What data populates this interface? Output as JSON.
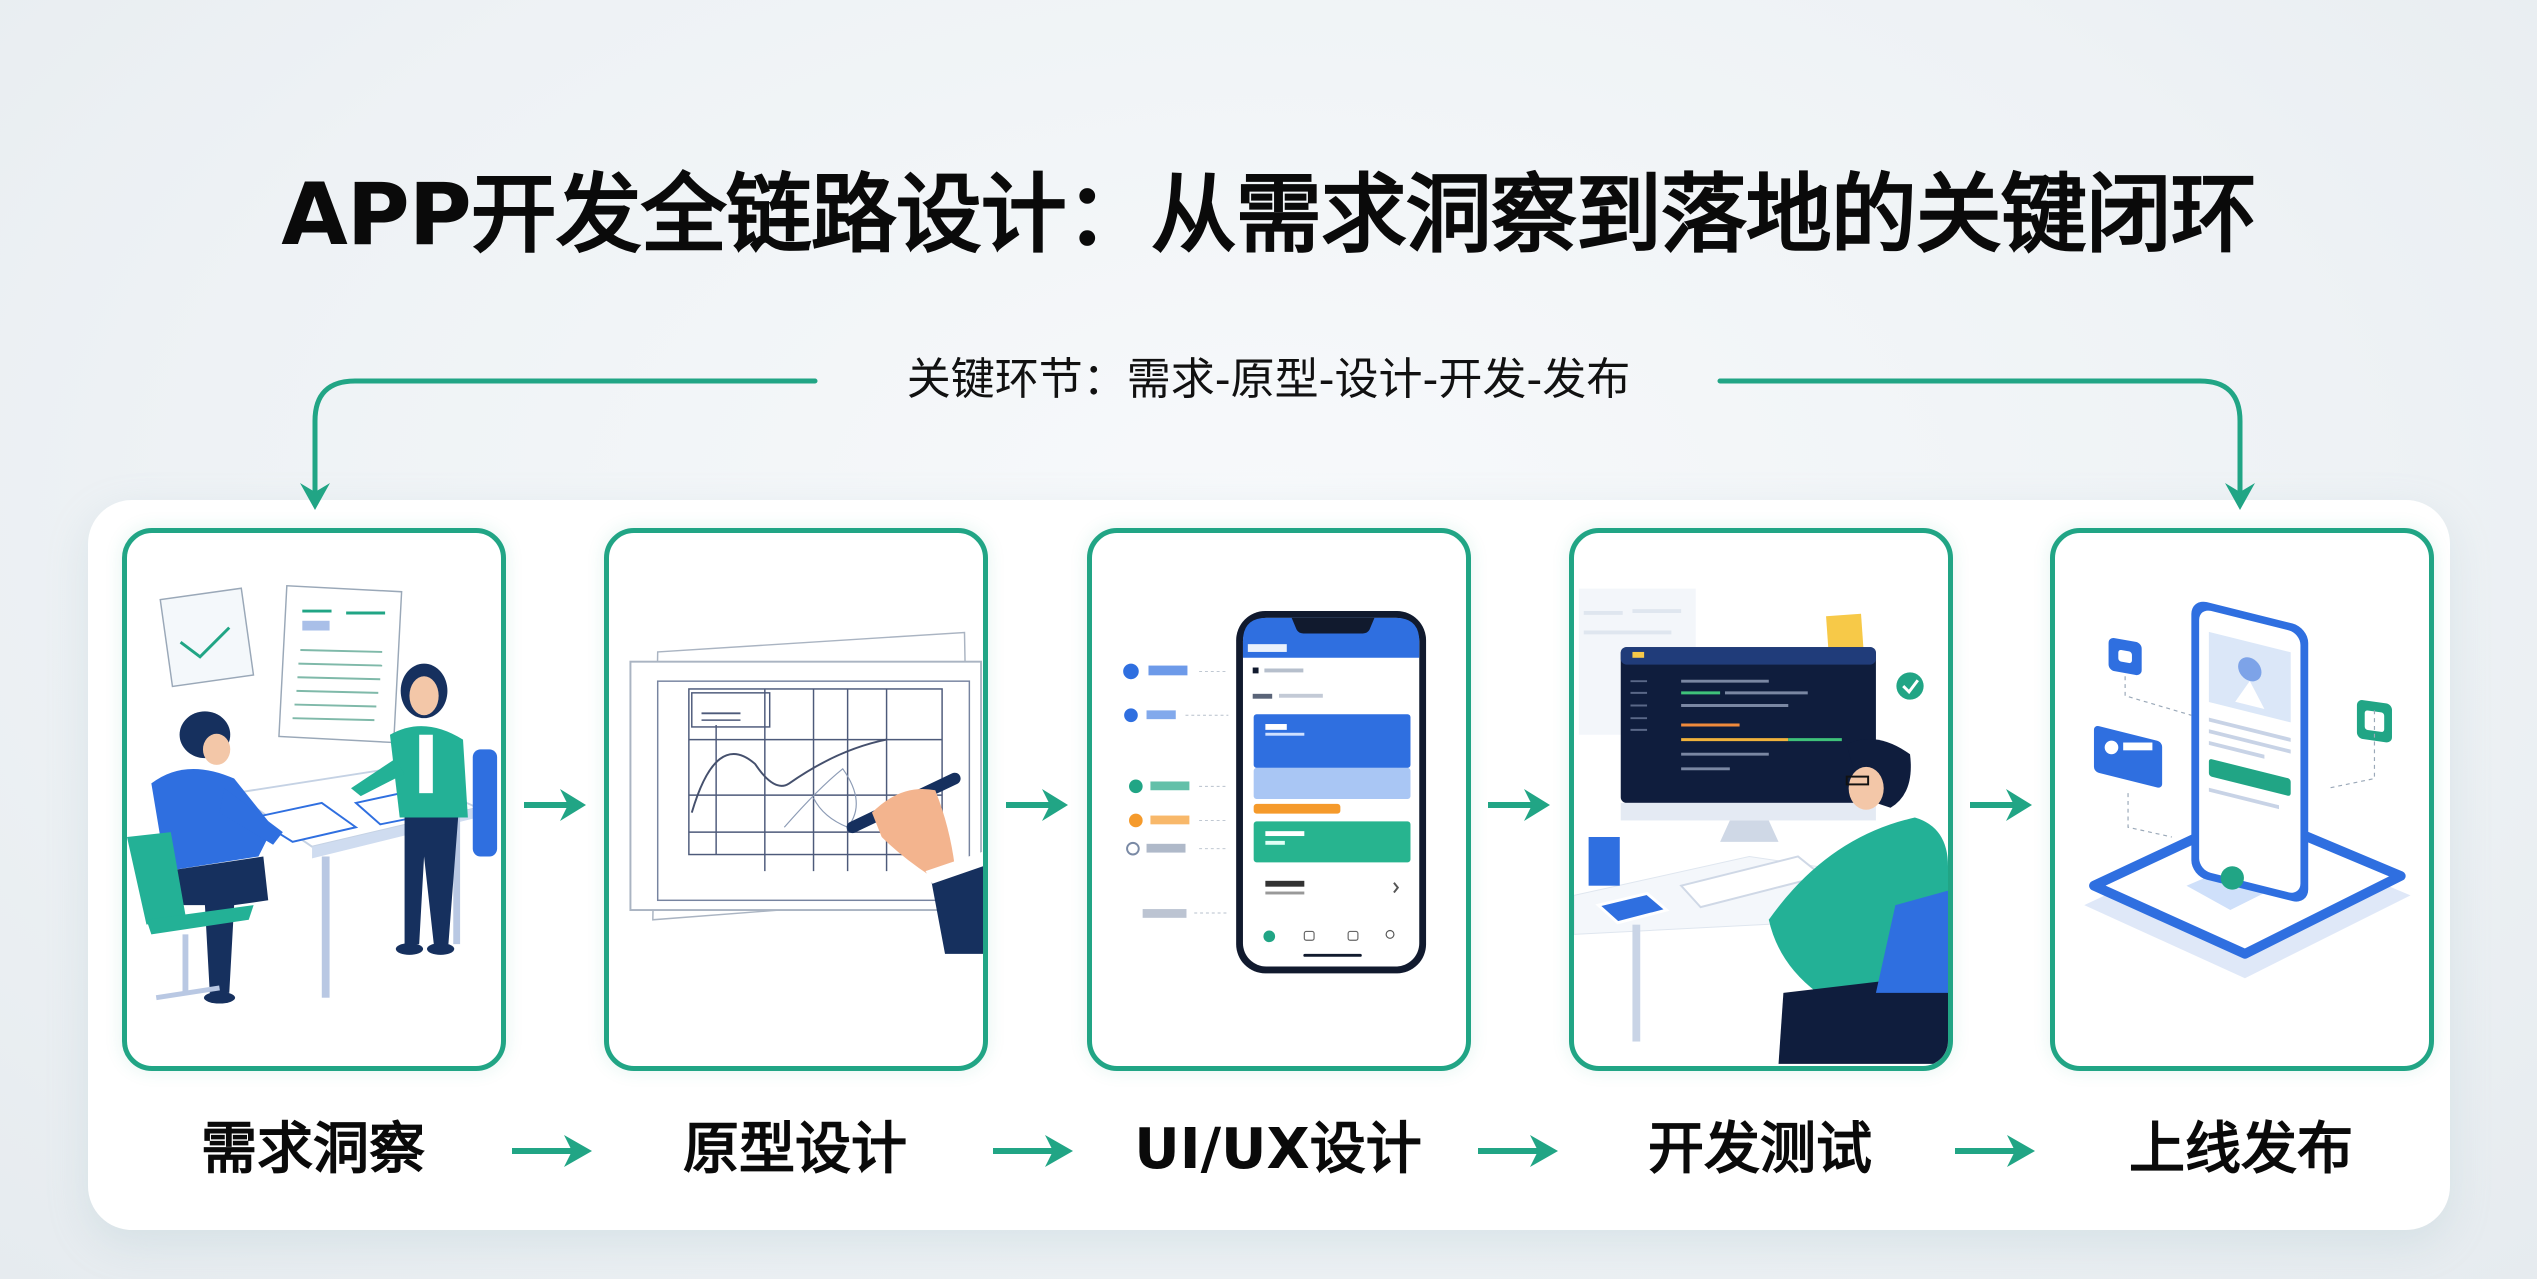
{
  "header": {
    "title": "APP开发全链路设计：从需求洞察到落地的关键闭环",
    "subtitle": "关键环节：需求-原型-设计-开发-发布"
  },
  "colors": {
    "accent": "#21a585",
    "primary_blue": "#2f6fe0",
    "navy": "#142a5c",
    "orange": "#f59a2b",
    "background": "#eef2f5"
  },
  "steps": [
    {
      "label": "需求洞察",
      "illustration": "requirements-meeting"
    },
    {
      "label": "原型设计",
      "illustration": "wireframe-sketch"
    },
    {
      "label": "UI/UX设计",
      "illustration": "mobile-ui-mockup"
    },
    {
      "label": "开发测试",
      "illustration": "developer-coding"
    },
    {
      "label": "上线发布",
      "illustration": "app-launch-platform"
    }
  ],
  "connector_icons": {
    "between_steps": "arrow-right-icon",
    "loop": "loop-arrow-icon"
  }
}
